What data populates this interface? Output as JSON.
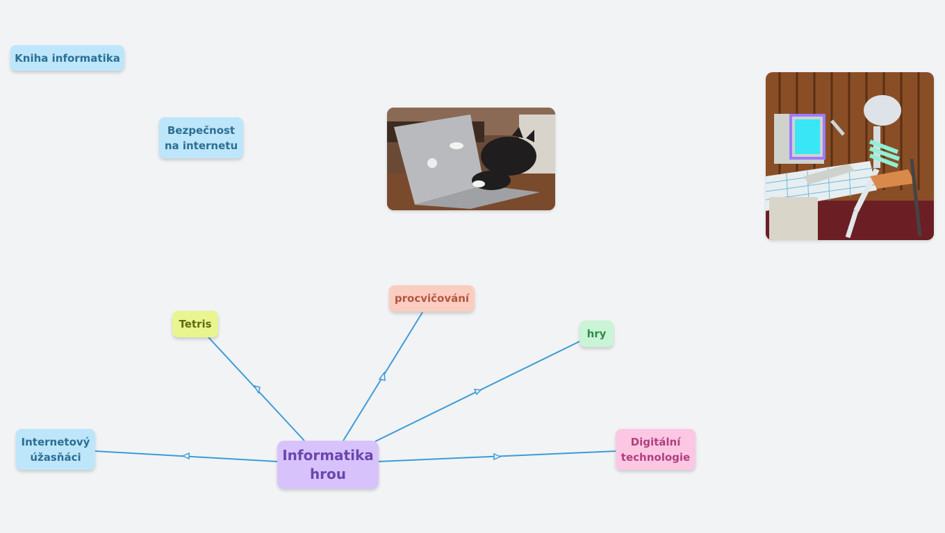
{
  "mindmap": {
    "central": "Informatika\nhrou",
    "nodes": {
      "kniha": "Kniha informatika",
      "bezpecnost": "Bezpečnost\nna internetu",
      "tetris": "Tetris",
      "procvicovani": "procvičování",
      "hry": "hry",
      "internetovy": "Internetový\núžasňáci",
      "digitalni": "Digitální\ntechnologie"
    },
    "images": {
      "cat": "cat-typing-on-laptop-image",
      "skeleton": "skeleton-at-computer-image"
    }
  },
  "colors": {
    "background": "#f1f3f5",
    "connector": "#3b9bd6",
    "blue": "#bde6fb",
    "yellow": "#e9f58f",
    "salmon": "#fbcdc0",
    "green": "#c9f4d5",
    "pink": "#fcc7e3",
    "purple": "#d8c2fb"
  }
}
